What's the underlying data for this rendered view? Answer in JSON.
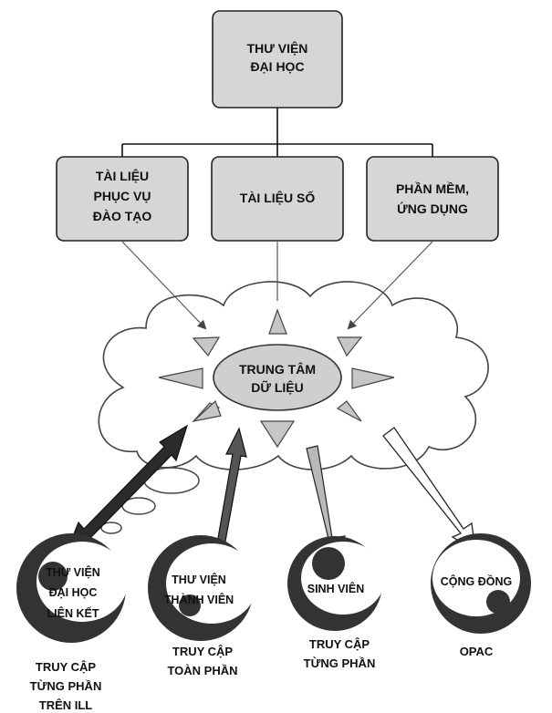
{
  "top_box": {
    "lines": [
      "THƯ VIỆN",
      "ĐẠI HỌC"
    ]
  },
  "categories": [
    {
      "lines": [
        "TÀI LIỆU",
        "PHỤC VỤ",
        "ĐÀO TẠO"
      ]
    },
    {
      "lines": [
        "TÀI LIỆU SỐ"
      ]
    },
    {
      "lines": [
        "PHẦN MỀM,",
        "ỨNG DỤNG"
      ]
    }
  ],
  "center": {
    "lines": [
      "TRUNG TÂM",
      "DỮ LIỆU"
    ]
  },
  "users": [
    {
      "lines": [
        "THƯ VIỆN",
        "ĐẠI HỌC",
        "LIÊN KẾT"
      ],
      "caption": [
        "TRUY CẬP",
        "TỪNG PHẦN",
        "TRÊN ILL"
      ],
      "arrow": "two-way-black"
    },
    {
      "lines": [
        "THƯ VIỆN",
        "THÀNH VIÊN"
      ],
      "caption": [
        "TRUY CẬP",
        "TOÀN PHẦN"
      ],
      "arrow": "two-way-dark-gray"
    },
    {
      "lines": [
        "SINH VIÊN"
      ],
      "caption": [
        "TRUY CẬP",
        "TỪNG PHẦN"
      ],
      "arrow": "one-way-light-gray"
    },
    {
      "lines": [
        "CỘNG ĐỒNG"
      ],
      "caption": [
        "OPAC"
      ],
      "arrow": "one-way-white"
    }
  ],
  "colors": {
    "box_fill": "#d6d6d6",
    "black_arrow": "#2b2b2b",
    "dark_gray_arrow": "#555555",
    "light_gray_arrow": "#b9b9b9",
    "swirl": "#333333"
  }
}
